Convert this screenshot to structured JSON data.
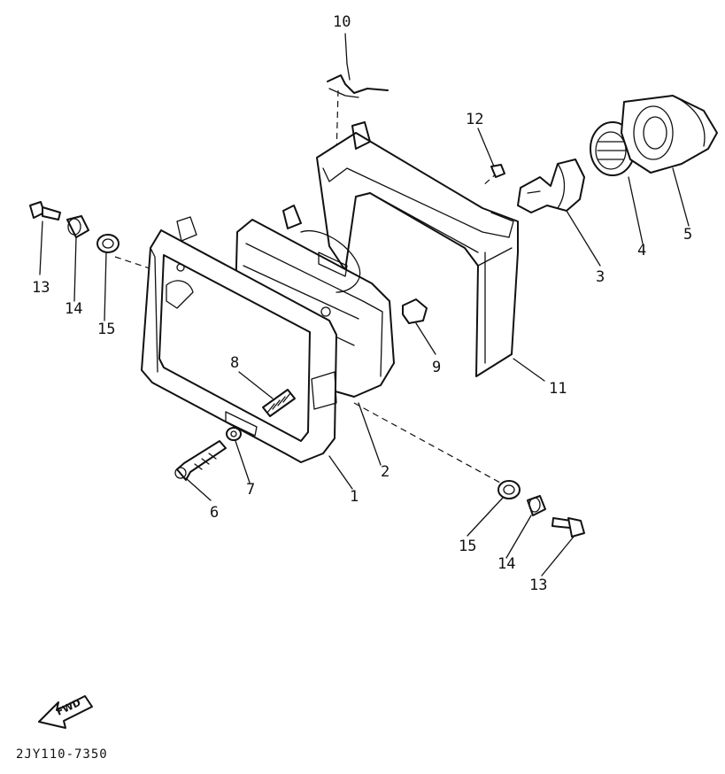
{
  "diagram": {
    "code": "2JY110-7350",
    "fwd_label": "FWD",
    "callouts": [
      {
        "id": "c1",
        "label": "1"
      },
      {
        "id": "c2",
        "label": "2"
      },
      {
        "id": "c3",
        "label": "3"
      },
      {
        "id": "c4",
        "label": "4"
      },
      {
        "id": "c5",
        "label": "5"
      },
      {
        "id": "c6",
        "label": "6"
      },
      {
        "id": "c7",
        "label": "7"
      },
      {
        "id": "c8",
        "label": "8"
      },
      {
        "id": "c9",
        "label": "9"
      },
      {
        "id": "c10",
        "label": "10"
      },
      {
        "id": "c11",
        "label": "11"
      },
      {
        "id": "c12",
        "label": "12"
      },
      {
        "id": "c13a",
        "label": "13"
      },
      {
        "id": "c14a",
        "label": "14"
      },
      {
        "id": "c15a",
        "label": "15"
      },
      {
        "id": "c13b",
        "label": "13"
      },
      {
        "id": "c14b",
        "label": "14"
      },
      {
        "id": "c15b",
        "label": "15"
      }
    ]
  }
}
